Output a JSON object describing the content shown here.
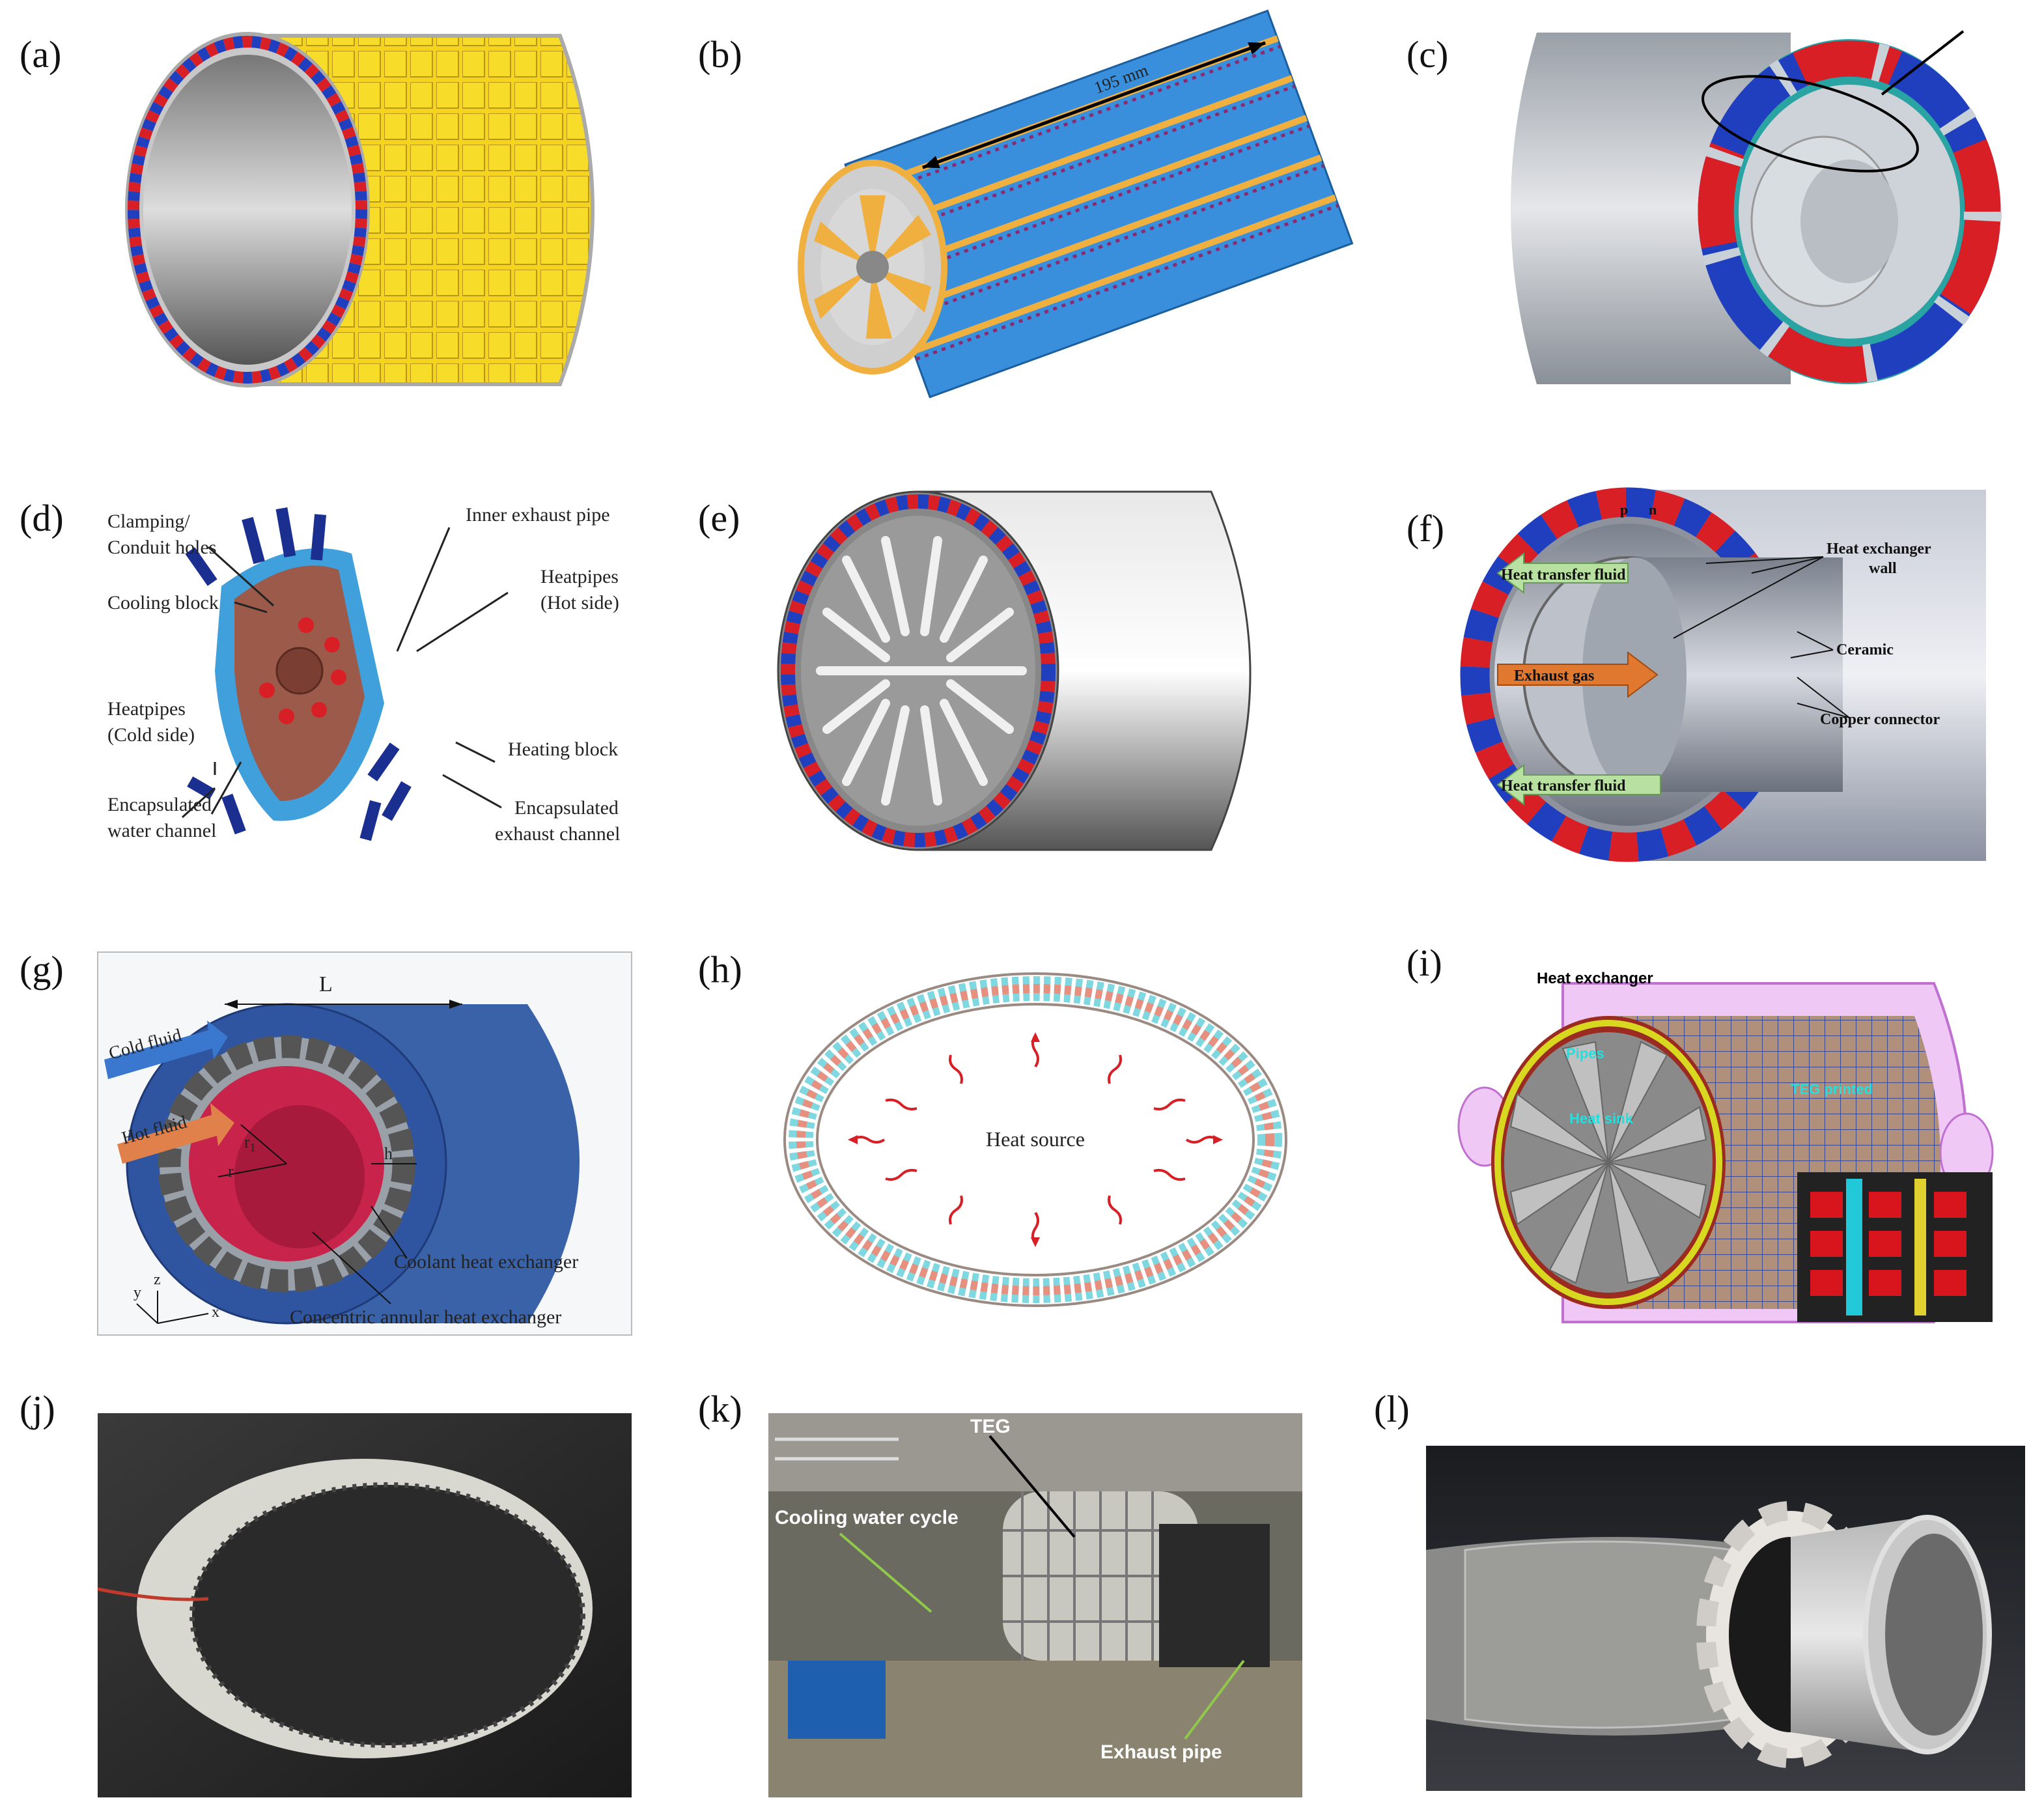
{
  "panels": {
    "a": {
      "label": "(a)"
    },
    "b": {
      "label": "(b)",
      "dimension": "195 mm"
    },
    "c": {
      "label": "(c)"
    },
    "d": {
      "label": "(d)",
      "clamping": "Clamping/",
      "conduit": "Conduit holes",
      "inner_exhaust": "Inner exhaust pipe",
      "heatpipes_hot1": "Heatpipes",
      "heatpipes_hot2": "(Hot side)",
      "cooling_block": "Cooling block",
      "heatpipes_cold1": "Heatpipes",
      "heatpipes_cold2": "(Cold side)",
      "heating_block": "Heating block",
      "enc_water1": "Encapsulated",
      "enc_water2": "water channel",
      "enc_exhaust1": "Encapsulated",
      "enc_exhaust2": "exhaust channel"
    },
    "e": {
      "label": "(e)"
    },
    "f": {
      "label": "(f)",
      "p": "p",
      "n": "n",
      "htf_top": "Heat transfer fluid",
      "hx_wall1": "Heat exchanger",
      "hx_wall2": "wall",
      "exhaust_gas": "Exhaust gas",
      "ceramic": "Ceramic",
      "copper": "Copper connector",
      "htf_bottom": "Heat transfer fluid"
    },
    "g": {
      "label": "(g)",
      "L": "L",
      "cold_fluid": "Cold fluid",
      "hot_fluid": "Hot fluid",
      "r1": "r",
      "r1_sub": "1",
      "r": "r",
      "h": "h",
      "coolant_hx": "Coolant heat exchanger",
      "concentric_hx": "Concentric annular heat exchanger",
      "axis_y": "y",
      "axis_z": "z",
      "axis_x": "x"
    },
    "h": {
      "label": "(h)",
      "heat_source": "Heat source"
    },
    "i": {
      "label": "(i)",
      "heat_exchanger": "Heat exchanger",
      "pipes": "Pipes",
      "teg_printed": "TEG printed",
      "heat_sink": "Heat sink"
    },
    "j": {
      "label": "(j)"
    },
    "k": {
      "label": "(k)",
      "teg": "TEG",
      "cooling_water": "Cooling water cycle",
      "exhaust_pipe": "Exhaust pipe"
    },
    "l": {
      "label": "(l)"
    }
  },
  "colors": {
    "p_type": "#d81f26",
    "n_type": "#1f3fbf",
    "yellow_leg": "#f2d21b",
    "blue_module": "#2f8fdf",
    "orange_fin": "#f0b040",
    "teal": "#2aa3a3",
    "hx_blue": "#3a62a8",
    "hot_red": "#c8234a",
    "pink_shell": "#e6a6f0"
  }
}
